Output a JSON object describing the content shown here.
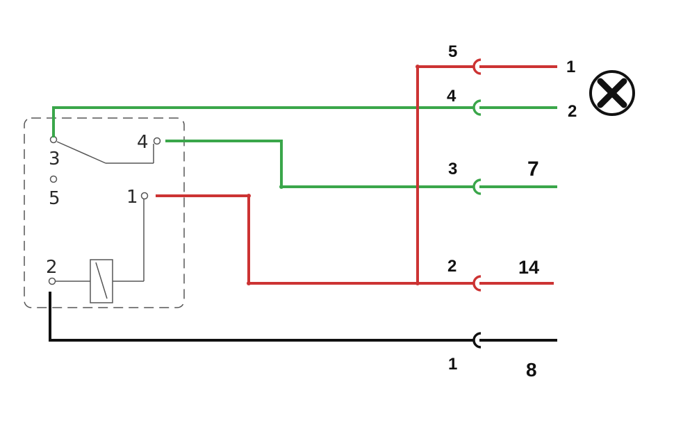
{
  "colors": {
    "red": "#cc3333",
    "green": "#3aa64a",
    "black": "#111111",
    "dash": "#555555"
  },
  "relay": {
    "pin_labels": {
      "p1": "1",
      "p2": "2",
      "p3": "3",
      "p4": "4",
      "p5": "5"
    }
  },
  "connector": {
    "pins": [
      {
        "pin": "5",
        "circuit": "1",
        "color": "red"
      },
      {
        "pin": "4",
        "circuit": "2",
        "color": "green"
      },
      {
        "pin": "3",
        "circuit": "7",
        "color": "green"
      },
      {
        "pin": "2",
        "circuit": "14",
        "color": "red"
      },
      {
        "pin": "1",
        "circuit": "8",
        "color": "black"
      }
    ]
  },
  "icons": {
    "lamp": "lamp-x-icon"
  }
}
